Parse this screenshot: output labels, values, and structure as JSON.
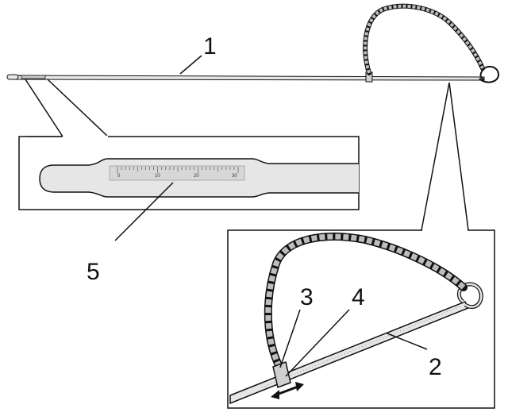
{
  "callouts": {
    "c1": "1",
    "c2": "2",
    "c3": "3",
    "c4": "4",
    "c5": "5"
  },
  "scale_labels": [
    "0",
    "10",
    "20",
    "30"
  ],
  "colors": {
    "line": "#111111",
    "rod_fill": "#e6e6e6",
    "scale_band": "#c9c9c9",
    "chain": "#bdbdbd"
  }
}
